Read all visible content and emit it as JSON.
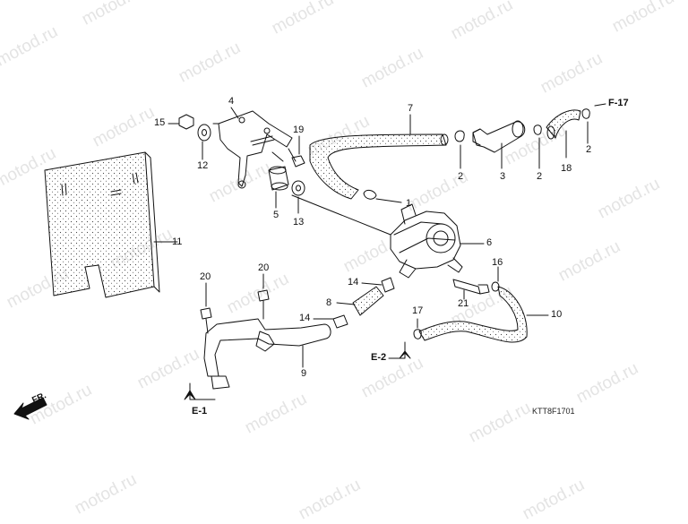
{
  "watermark": "motod.ru",
  "diagram_code": "KTT8F1701",
  "front_arrow_label": "FR.",
  "references": {
    "f17": "F-17",
    "e2": "E-2",
    "e1": "E-1"
  },
  "part_numbers": {
    "p1": "1",
    "p2a": "2",
    "p2b": "2",
    "p2c": "2",
    "p3": "3",
    "p4": "4",
    "p5": "5",
    "p6": "6",
    "p7": "7",
    "p8": "8",
    "p9": "9",
    "p10": "10",
    "p11": "11",
    "p12": "12",
    "p13": "13",
    "p14a": "14",
    "p14b": "14",
    "p15": "15",
    "p16": "16",
    "p17": "17",
    "p18": "18",
    "p19": "19",
    "p20a": "20",
    "p20b": "20",
    "p21": "21"
  },
  "colors": {
    "line": "#111111",
    "watermark": "#e4e4e4",
    "stipple": "#444444"
  }
}
